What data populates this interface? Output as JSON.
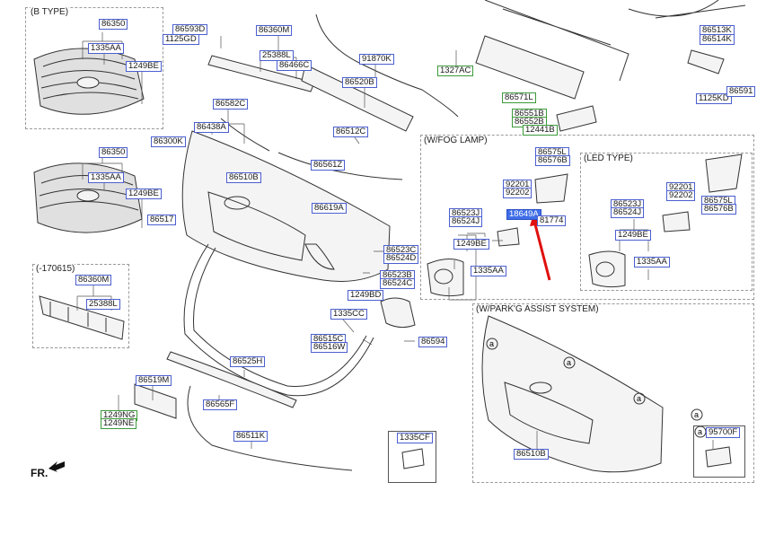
{
  "sections": {
    "b_type": "(B TYPE)",
    "v170615": "(-170615)",
    "fog_lamp": "(W/FOG LAMP)",
    "led_type": "(LED TYPE)",
    "parking": "(W/PARK'G ASSIST SYSTEM)"
  },
  "circle_marker": "a",
  "front_marker": "FR.",
  "highlighted_part": "18649A",
  "parts": {
    "p86350a": "86350",
    "p1335AAa": "1335AA",
    "p1249BEa": "1249BE",
    "p86593D": "86593D",
    "p1125GD": "1125GD",
    "p86360Ma": "86360M",
    "p25388La": "25388L",
    "p86466C": "86466C",
    "p91870K": "91870K",
    "p1327AC": "1327AC",
    "p86520B": "86520B",
    "p86571L": "86571L",
    "p86551B": "86551B",
    "p86552B": "86552B",
    "p12441B": "12441B",
    "p86513K": "86513K",
    "p86514K": "86514K",
    "p1125KD": "1125KD",
    "p86591": "86591",
    "p86582C": "86582C",
    "p86438A": "86438A",
    "p86512C": "86512C",
    "p86300K": "86300K",
    "p86350b": "86350",
    "p1335AAb": "1335AA",
    "p1249BEb": "1249BE",
    "p86510Ba": "86510B",
    "p86561Z": "86561Z",
    "p86619A": "86619A",
    "p86517": "86517",
    "p86523C": "86523C",
    "p86524D": "86524D",
    "p86523B": "86523B",
    "p86524C": "86524C",
    "p1249BD": "1249BD",
    "p1335CC": "1335CC",
    "p86515C": "86515C",
    "p86516W": "86516W",
    "p86594": "86594",
    "p86360Mb": "86360M",
    "p25388Lb": "25388L",
    "p86525H": "86525H",
    "p86519M": "86519M",
    "p86565F": "86565F",
    "p1249NG": "1249NG",
    "p1249NE": "1249NE",
    "p86511K": "86511K",
    "p1335CF": "1335CF",
    "p86575La": "86575L",
    "p86576Ba": "86576B",
    "p92201a": "92201",
    "p92202a": "92202",
    "p18649A": "18649A",
    "p81774": "81774",
    "p86523Ja": "86523J",
    "p86524Ja": "86524J",
    "p1249BEc": "1249BE",
    "p1335AAc": "1335AA",
    "p86523Jb": "86523J",
    "p86524Jb": "86524J",
    "p92201b": "92201",
    "p92202b": "92202",
    "p86575Lb": "86575L",
    "p86576Bb": "86576B",
    "p1249BEd": "1249BE",
    "p1335AAd": "1335AA",
    "p95700F": "95700F",
    "p86510Bb": "86510B"
  },
  "colors": {
    "label_border": "#4b5fd0",
    "label_border_green": "#3a9a3a",
    "highlight_fill": "#3f6ee8",
    "pointer_arrow": "#e01010"
  }
}
